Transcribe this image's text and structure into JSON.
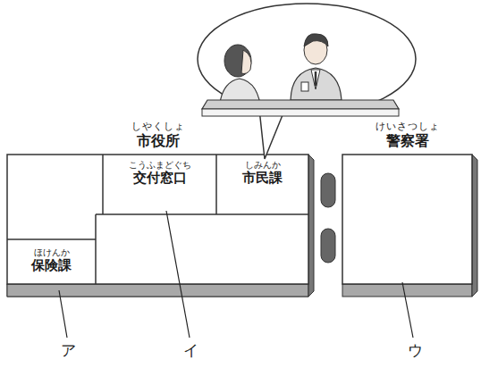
{
  "diagram": {
    "nodes": [
      {
        "text": [
          "しやくしょ",
          "市役所"
        ]
      },
      {
        "text": [
          "こうふまどぐち",
          "交付窓口"
        ],
        "in": 0
      },
      {
        "text": [
          "しみんか",
          "市民課"
        ],
        "in": 0
      },
      {
        "text": [
          "ほけんか",
          "保険課"
        ],
        "in": 0
      },
      {
        "text": [
          "けいさつしょ",
          "警察署"
        ]
      }
    ],
    "labels": [
      "ア",
      "イ",
      "ウ"
    ]
  }
}
